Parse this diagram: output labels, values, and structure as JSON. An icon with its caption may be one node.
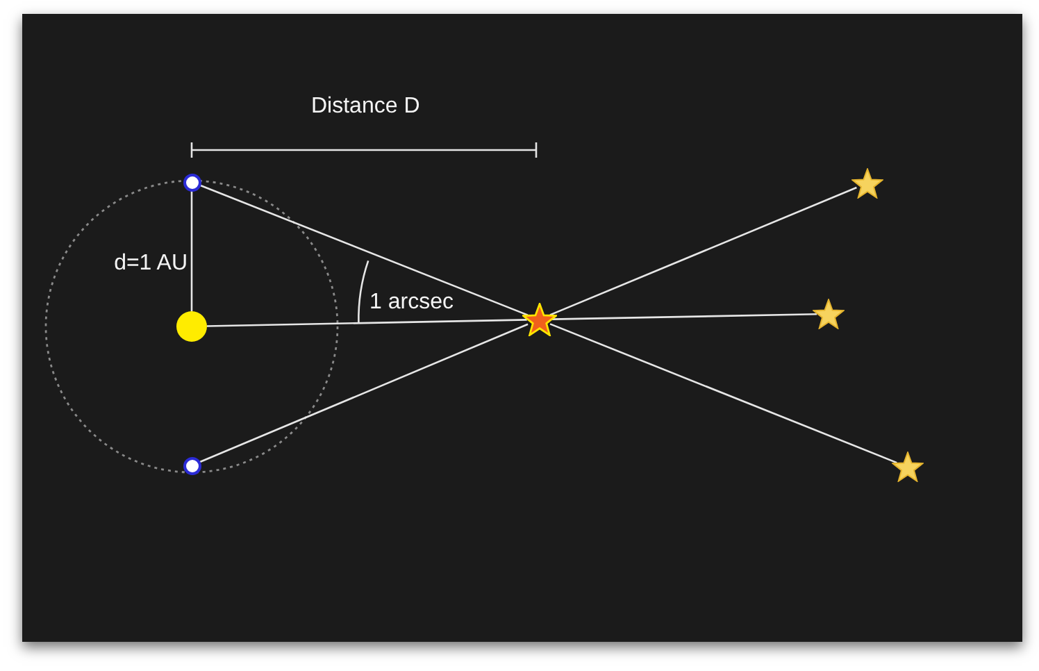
{
  "diagram": {
    "nodes": [
      {
        "text": [],
        "shape": "circle"
      },
      {
        "text": [],
        "shape": "circle"
      },
      {
        "text": [],
        "shape": "circle"
      },
      {
        "text": [],
        "shape": "star"
      },
      {
        "text": [],
        "shape": "star"
      },
      {
        "text": [],
        "shape": "star"
      },
      {
        "text": [],
        "shape": "star"
      }
    ],
    "edges": [
      {
        "from": 0,
        "to": 1,
        "arrow": "none"
      },
      {
        "from": 0,
        "to": 3,
        "arrow": "none"
      },
      {
        "from": 1,
        "to": 3,
        "arrow": "none"
      },
      {
        "from": 2,
        "to": 3,
        "arrow": "none"
      },
      {
        "from": 3,
        "to": 4,
        "arrow": "none"
      },
      {
        "from": 3,
        "to": 5,
        "arrow": "none"
      },
      {
        "from": 3,
        "to": 6,
        "arrow": "none"
      }
    ],
    "labels": [
      "Distance D",
      "d=1 AU",
      "1 arcsec"
    ]
  }
}
